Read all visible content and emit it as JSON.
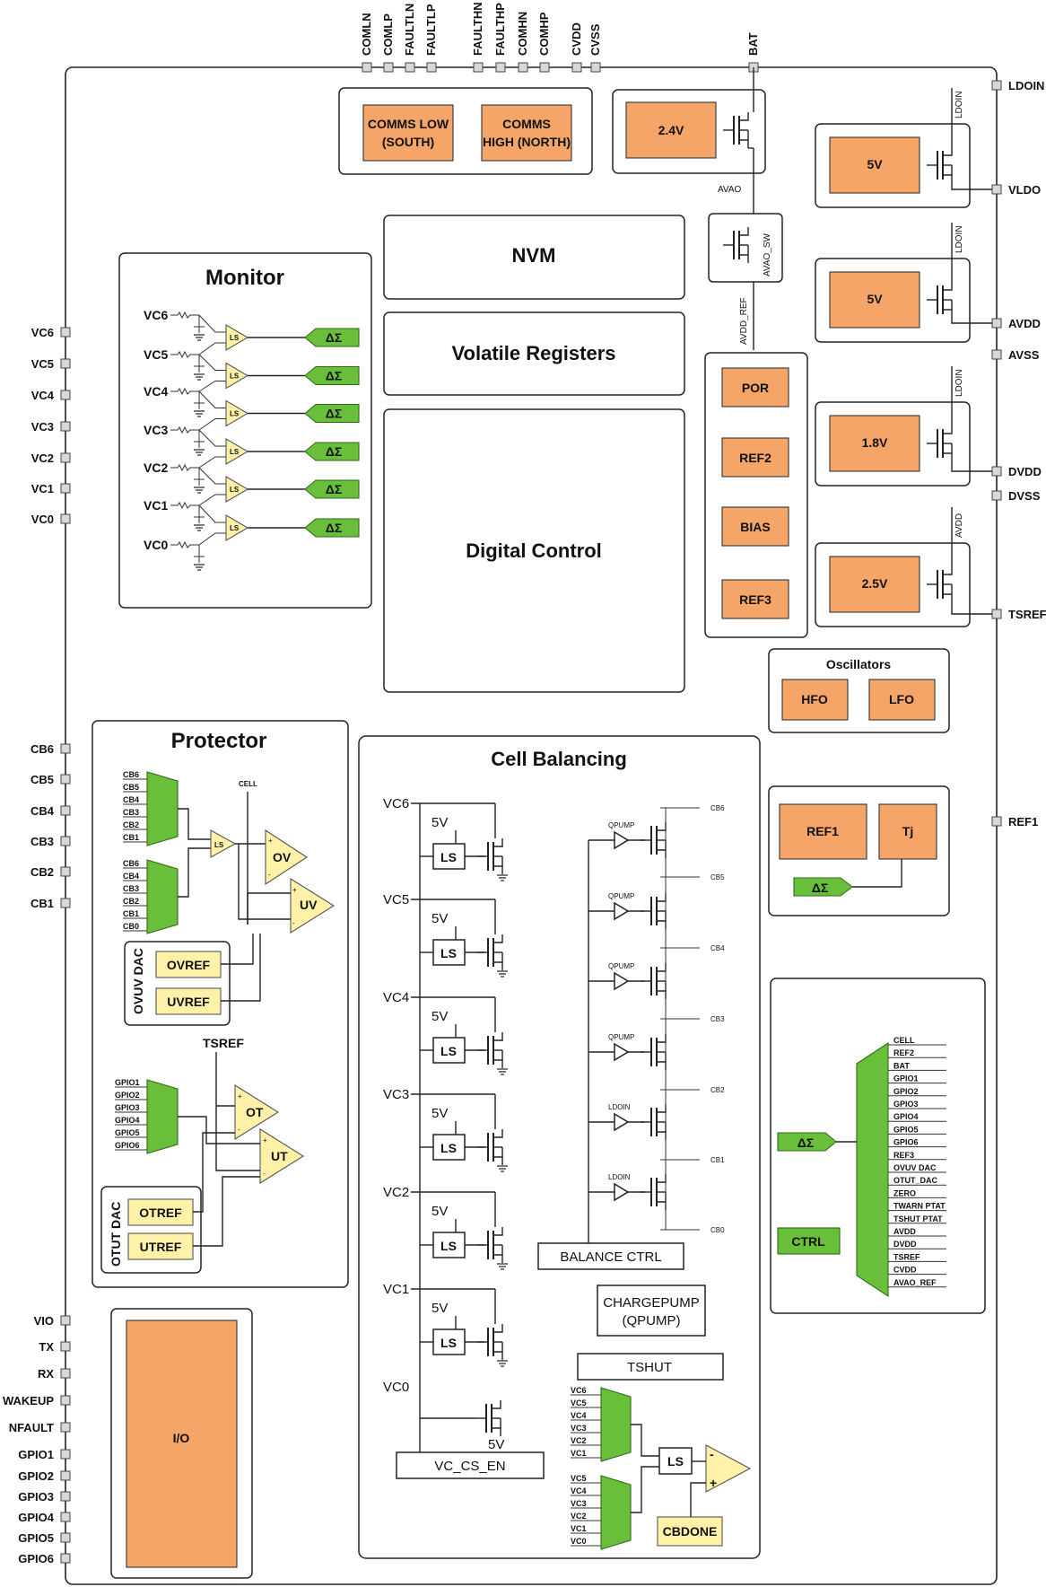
{
  "pins": {
    "top": [
      "COMLN",
      "COMLP",
      "FAULTLN",
      "FAULTLP",
      "FAULTHN",
      "FAULTHP",
      "COMHN",
      "COMHP",
      "CVDD",
      "CVSS",
      "BAT"
    ],
    "left": [
      "VC6",
      "VC5",
      "VC4",
      "VC3",
      "VC2",
      "VC1",
      "VC0",
      "CB6",
      "CB5",
      "CB4",
      "CB3",
      "CB2",
      "CB1",
      "VIO",
      "TX",
      "RX",
      "WAKEUP",
      "NFAULT",
      "GPIO1",
      "GPIO2",
      "GPIO3",
      "GPIO4",
      "GPIO5",
      "GPIO6"
    ],
    "right": [
      "LDOIN",
      "VLDO",
      "AVDD",
      "AVSS",
      "DVDD",
      "DVSS",
      "TSREF",
      "REF1"
    ]
  },
  "comms": {
    "low": "COMMS LOW\n(SOUTH)",
    "high": "COMMS\nHIGH (NORTH)"
  },
  "core": {
    "nvm": "NVM",
    "volatile": "Volatile Registers",
    "digital": "Digital Control"
  },
  "regulators": {
    "bat_reg": "2.4V",
    "vldo_reg": "5V",
    "avdd_reg": "5V",
    "dvdd_reg": "1.8V",
    "tsref_reg": "2.5V",
    "gate_labels": [
      "LDOIN",
      "LDOIN",
      "LDOIN",
      "AVDD"
    ],
    "avao": "AVAO",
    "avao_sw": "AVAO_SW",
    "avdd_ref": "AVDD_REF"
  },
  "ref_blocks": [
    "POR",
    "REF2",
    "BIAS",
    "REF3"
  ],
  "oscillators": {
    "title": "Oscillators",
    "hfo": "HFO",
    "lfo": "LFO"
  },
  "ref1_group": {
    "ref1": "REF1",
    "tj": "Tj",
    "adc": "ΔΣ"
  },
  "monitor": {
    "title": "Monitor",
    "inputs": [
      "VC6",
      "VC5",
      "VC4",
      "VC3",
      "VC2",
      "VC1",
      "VC0"
    ],
    "ls": "LS",
    "adc": "ΔΣ"
  },
  "protector": {
    "title": "Protector",
    "mux1_inputs": [
      "CB6",
      "CB5",
      "CB4",
      "CB3",
      "CB2",
      "CB1"
    ],
    "mux2_inputs": [
      "CB6",
      "CB4",
      "CB3",
      "CB2",
      "CB1",
      "CB0"
    ],
    "cell": "CELL",
    "ls": "LS",
    "ov": "OV",
    "uv": "UV",
    "plus": "+",
    "minus": "-",
    "ovuv_dac": "OVUV DAC",
    "ovref": "OVREF",
    "uvref": "UVREF",
    "tsref": "TSREF",
    "gpio_inputs": [
      "GPIO1",
      "GPIO2",
      "GPIO3",
      "GPIO4",
      "GPIO5",
      "GPIO6"
    ],
    "ot": "OT",
    "ut": "UT",
    "otut_dac": "OTUT DAC",
    "otref": "OTREF",
    "utref": "UTREF"
  },
  "io": {
    "label": "I/O"
  },
  "balancing": {
    "title": "Cell Balancing",
    "vc_labels": [
      "VC6",
      "VC5",
      "VC4",
      "VC3",
      "VC2",
      "VC1",
      "VC0"
    ],
    "five_v": "5V",
    "ls": "LS",
    "vc_cs_en": "VC_CS_EN",
    "driver_labels": [
      "QPUMP",
      "QPUMP",
      "QPUMP",
      "QPUMP",
      "LDOIN",
      "LDOIN"
    ],
    "cb_outputs": [
      "CB6",
      "CB5",
      "CB4",
      "CB3",
      "CB2",
      "CB1",
      "CB0"
    ],
    "balance_ctrl": "BALANCE CTRL",
    "chargepump": "CHARGEPUMP\n(QPUMP)",
    "tshut": "TSHUT",
    "mux_a_inputs": [
      "VC6",
      "VC5",
      "VC4",
      "VC3",
      "VC2",
      "VC1"
    ],
    "mux_b_inputs": [
      "VC5",
      "VC4",
      "VC3",
      "VC2",
      "VC1",
      "VC0"
    ],
    "cbdone": "CBDONE",
    "minus": "-",
    "plus": "+"
  },
  "adc_mux": {
    "adc": "ΔΣ",
    "ctrl": "CTRL",
    "inputs": [
      "CELL",
      "REF2",
      "BAT",
      "GPIO1",
      "GPIO2",
      "GPIO3",
      "GPIO4",
      "GPIO5",
      "GPIO6",
      "REF3",
      "OVUV DAC",
      "OTUT_DAC",
      "ZERO",
      "TWARN PTAT",
      "TSHUT PTAT",
      "AVDD",
      "DVDD",
      "TSREF",
      "CVDD",
      "AVAO_REF"
    ]
  },
  "colors": {
    "orange": "#f4a567",
    "green": "#6abf3a",
    "yellow": "#fff2a8"
  }
}
